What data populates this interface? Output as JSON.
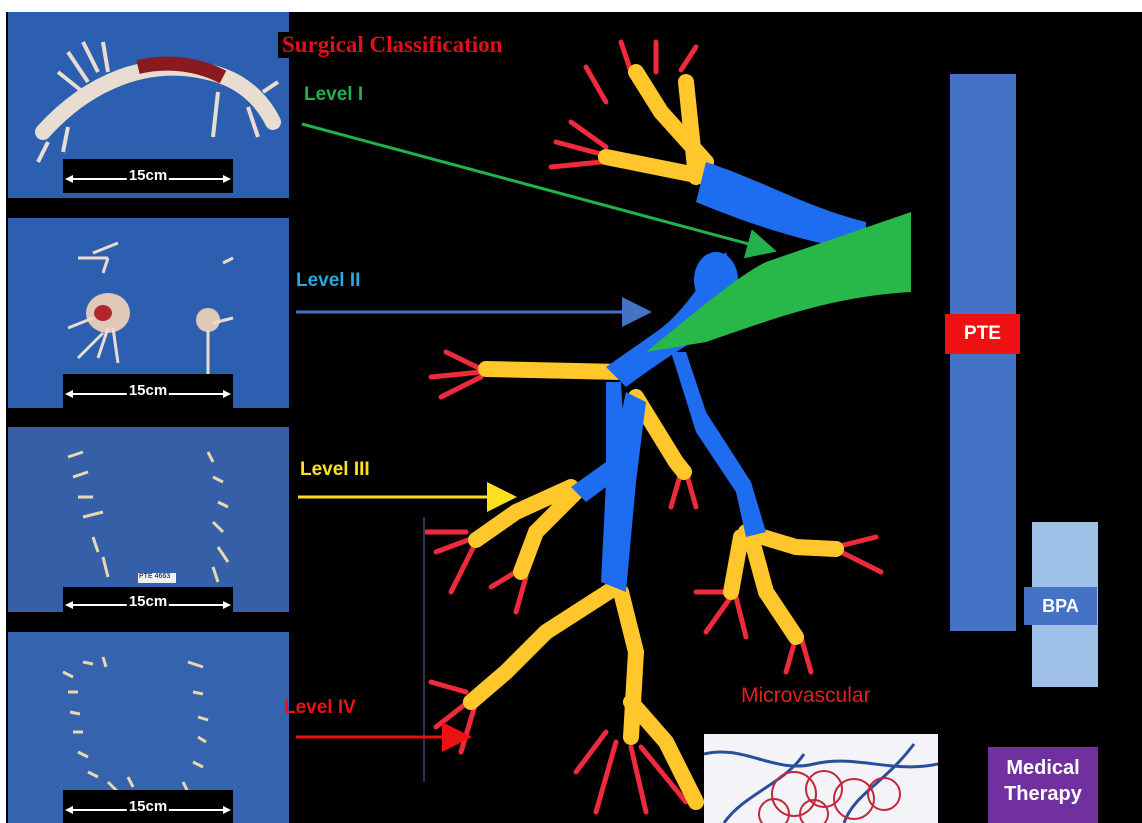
{
  "title": "Surgical Classification",
  "levels": [
    {
      "label": "Level I",
      "color": "#22b14c"
    },
    {
      "label": "Level II",
      "color": "#29a8e0"
    },
    {
      "label": "Level III",
      "color": "#ffe020"
    },
    {
      "label": "Level IV",
      "color": "#ee1111"
    }
  ],
  "scale_label": "15cm",
  "specimen_tag": "PTE 4663",
  "pte_label": "PTE",
  "bpa_label": "BPA",
  "microvascular_label": "Microvascular",
  "medical_therapy_label": "Medical Therapy",
  "colors": {
    "proximal": "#28b84a",
    "segmental": "#1e6cf0",
    "subsegmental": "#ffc72c",
    "distal": "#ee2a3c",
    "pte_bar": "#4472c4",
    "bpa_bar": "#9fc1e8",
    "medical_therapy": "#7030a0"
  }
}
